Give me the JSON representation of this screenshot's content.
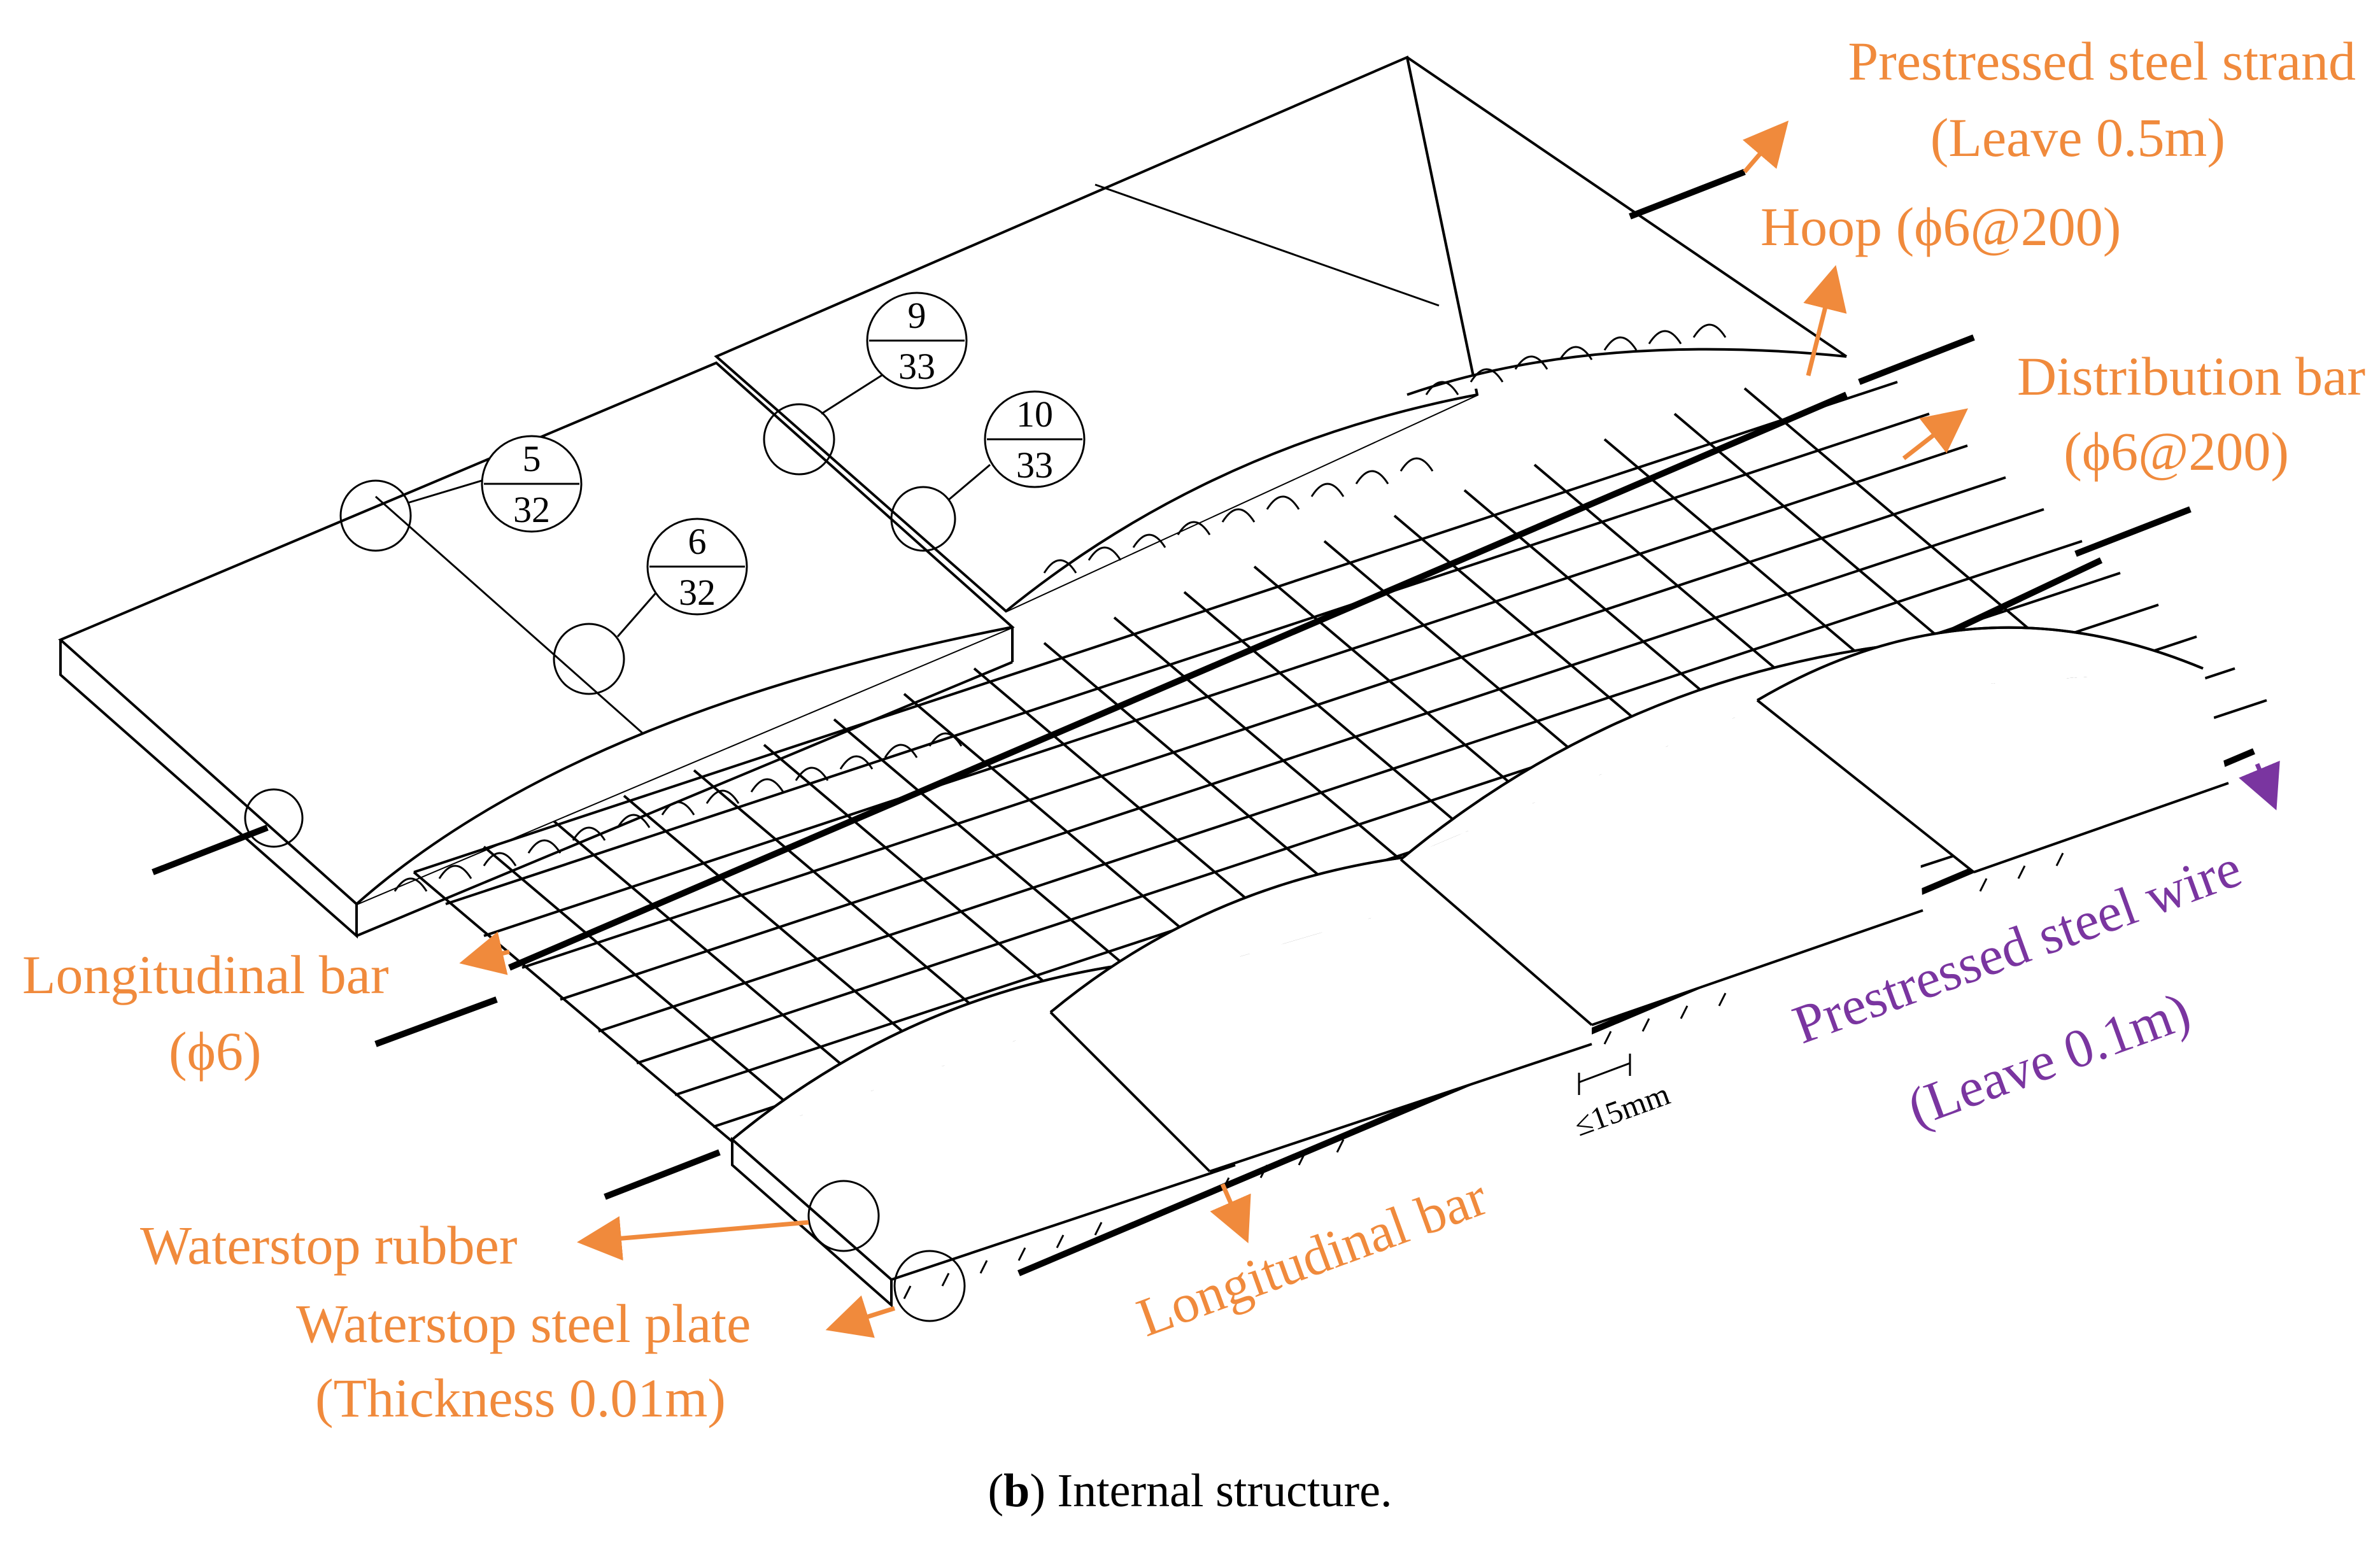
{
  "annotations": {
    "prestressed_steel_strand": "Prestressed steel strand",
    "prestressed_steel_strand_note": "(Leave 0.5m)",
    "hoop": "Hoop (ϕ6@200)",
    "distribution_bar": "Distribution bar",
    "distribution_bar_note": "(ϕ6@200)",
    "longitudinal_bar_left": "Longitudinal bar",
    "longitudinal_bar_left_note": "(ϕ6)",
    "longitudinal_bar_bottom": "Longitudinal bar",
    "prestressed_steel_wire": "Prestressed steel wire",
    "prestressed_steel_wire_note": "(Leave 0.1m)",
    "waterstop_rubber": "Waterstop rubber",
    "waterstop_steel_plate": "Waterstop steel plate",
    "waterstop_steel_plate_note": "(Thickness 0.01m)",
    "gap_dimension": "≤15mm"
  },
  "detail_markers": [
    {
      "top": "5",
      "bottom": "32"
    },
    {
      "top": "6",
      "bottom": "32"
    },
    {
      "top": "9",
      "bottom": "33"
    },
    {
      "top": "10",
      "bottom": "33"
    }
  ],
  "caption": {
    "open": "(",
    "letter": "b",
    "close": ")",
    "text": " Internal structure."
  },
  "colors": {
    "label_orange": "#F08A3C",
    "label_purple": "#7A35A0",
    "line": "#000000"
  }
}
